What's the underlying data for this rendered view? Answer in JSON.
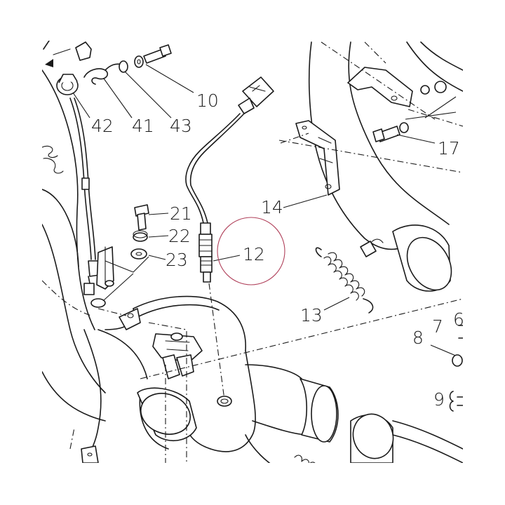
{
  "diagram": {
    "callouts": [
      {
        "id": "10",
        "text": "10"
      },
      {
        "id": "42",
        "text": "42"
      },
      {
        "id": "41",
        "text": "41"
      },
      {
        "id": "43",
        "text": "43"
      },
      {
        "id": "17",
        "text": "17"
      },
      {
        "id": "14",
        "text": "14"
      },
      {
        "id": "21",
        "text": "21"
      },
      {
        "id": "22",
        "text": "22"
      },
      {
        "id": "23",
        "text": "23"
      },
      {
        "id": "12",
        "text": "12"
      },
      {
        "id": "13",
        "text": "13"
      },
      {
        "id": "6",
        "text": "6"
      },
      {
        "id": "7",
        "text": "7"
      },
      {
        "id": "8",
        "text": "8"
      },
      {
        "id": "9",
        "text": "9"
      }
    ],
    "highlight_color": "#b0405a",
    "line_color": "#1a1a1a"
  }
}
